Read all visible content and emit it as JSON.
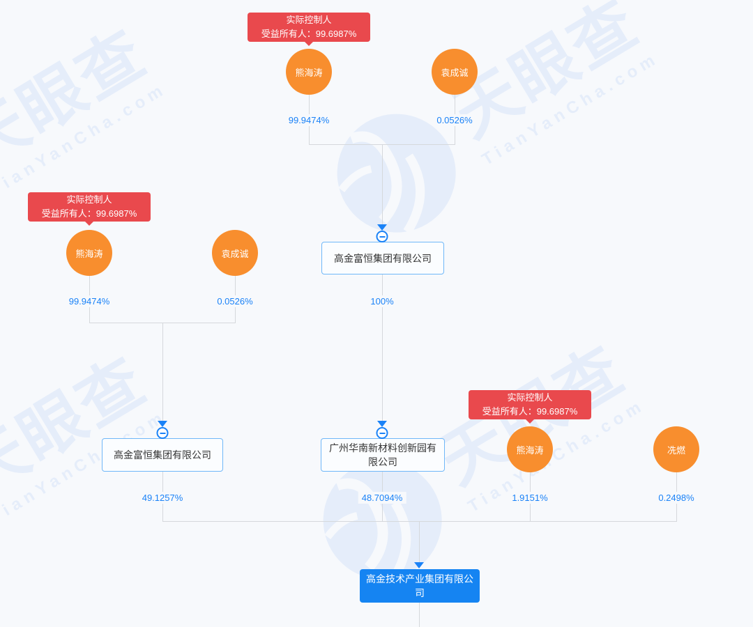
{
  "watermark": {
    "brand_cn": "天眼查",
    "brand_en": "TianYanCha.com"
  },
  "controller_badge": {
    "line1": "实际控制人",
    "line2": "受益所有人：99.6987%"
  },
  "top_group": {
    "persons": [
      {
        "name": "熊海涛",
        "share": "99.9474%"
      },
      {
        "name": "袁成诚",
        "share": "0.0526%"
      }
    ],
    "company": {
      "name": "高金富恒集团有限公司",
      "share_down": "100%"
    }
  },
  "left_group": {
    "persons": [
      {
        "name": "熊海涛",
        "share": "99.9474%"
      },
      {
        "name": "袁成诚",
        "share": "0.0526%"
      }
    ],
    "company": {
      "name": "高金富恒集团有限公司",
      "share_down": "49.1257%"
    }
  },
  "mid_company": {
    "name": "广州华南新材料创新园有限公司",
    "share_down": "48.7094%"
  },
  "right_group": {
    "persons": [
      {
        "name": "熊海涛",
        "share": "1.9151%"
      },
      {
        "name": "冼燃",
        "share": "0.2498%"
      }
    ]
  },
  "target_company": {
    "name": "高金技术产业集团有限公司"
  },
  "colors": {
    "background": "#f7f9fc",
    "person_orange": "#f88e2e",
    "badge_red": "#e9494d",
    "accent_blue": "#1a82f7",
    "primary_box_blue": "#1584f2",
    "box_border_blue": "#6fb7f8",
    "line_gray": "#d5d8dc",
    "watermark_blue": "#e5edfa"
  },
  "icons": {
    "collapse_toggle": "minus-circle-icon",
    "flow_arrow": "arrow-down-icon",
    "watermark_logo": "tianyancha-eye-logo-icon"
  }
}
